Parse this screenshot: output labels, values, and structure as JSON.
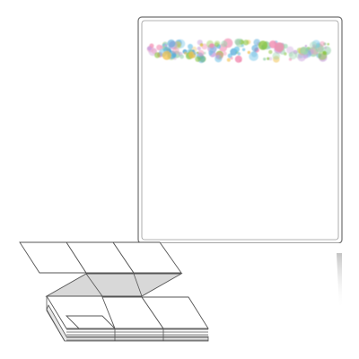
{
  "product": {
    "kind": "fanfold-label",
    "label": {
      "shape": "rectangle",
      "corners": "rounded",
      "background": "#ffffff",
      "border_color": "#6f6f6f",
      "perforation": "dashed"
    },
    "decoration": {
      "type": "bokeh-band",
      "palette": [
        "#4ea6d8",
        "#8cc63f",
        "#f2c14e",
        "#f28fb3",
        "#9bd3ae",
        "#c9a0dc",
        "#6ec3e8"
      ]
    },
    "stack": {
      "folded_sheets": 3,
      "top_row_labels": 3,
      "bottom_row_labels": 3,
      "label_fill": "#ffffff",
      "shadow_fill": "#dcdcdc",
      "edge_color": "#555555"
    }
  }
}
